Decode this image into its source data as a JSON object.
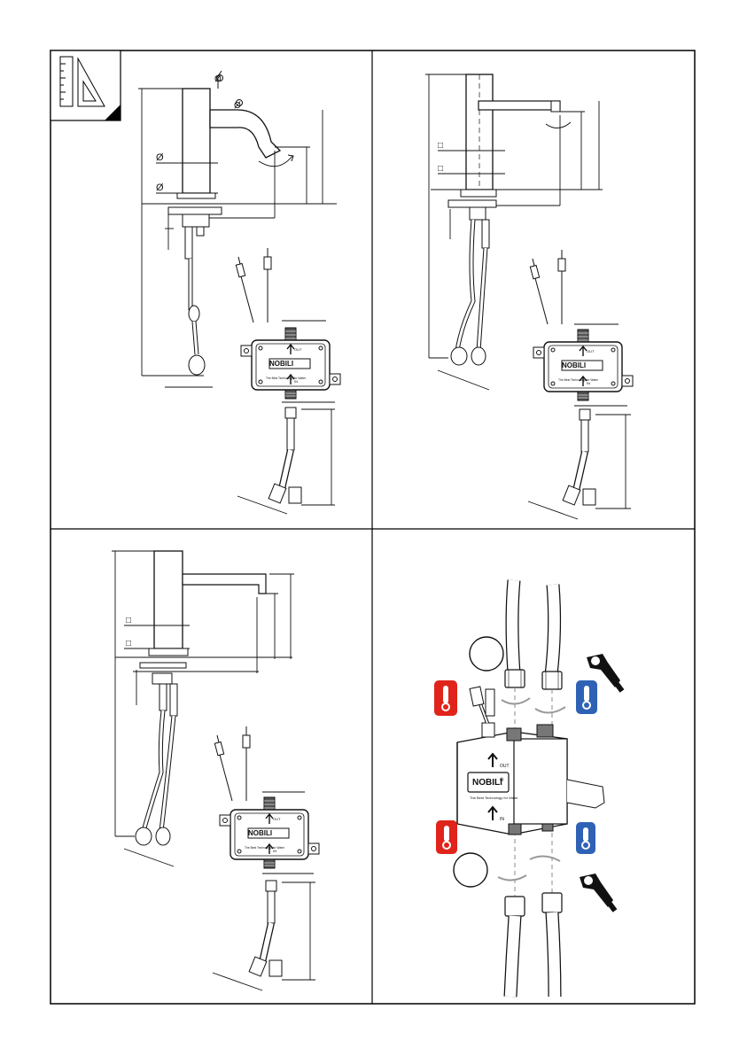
{
  "diameter_symbol": "Ø",
  "square_symbol": "□",
  "box_brand": "NOBILI",
  "box_brand_mark": "®",
  "box_tagline": "The Best Technology for Water",
  "port_out": "OUT",
  "port_in": "IN",
  "colors": {
    "line": "#111111",
    "hot": "#e0241b",
    "cold": "#2f62b5",
    "panel_border": "#000000"
  },
  "icons": [
    "measure-icon",
    "thermometer-hot-icon",
    "thermometer-cold-icon",
    "wrench-icon"
  ]
}
